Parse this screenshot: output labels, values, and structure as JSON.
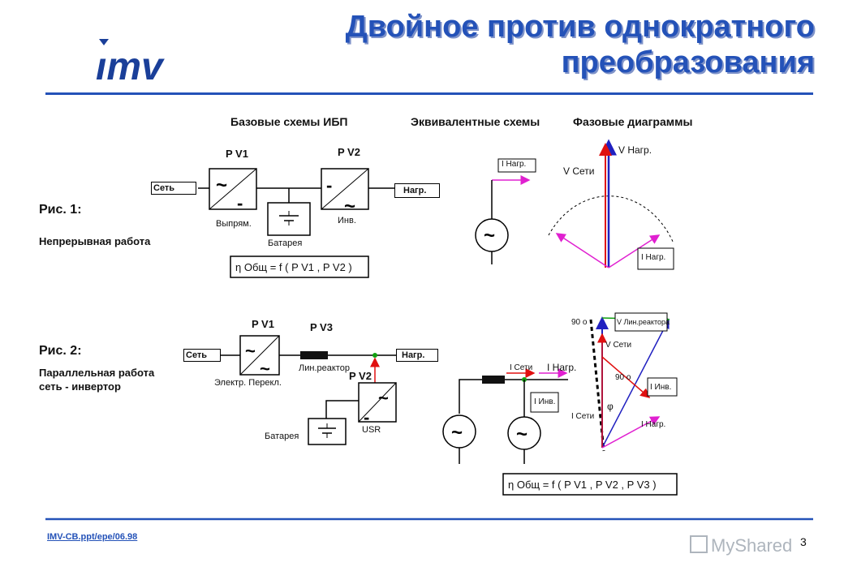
{
  "slide": {
    "title_line1": "Двойное против однократного",
    "title_line2": "преобразования",
    "logo_text": "IMV",
    "col_heads": [
      "Базовые схемы ИБП",
      "Эквивалентные схемы",
      "Фазовые диаграммы"
    ],
    "footer": "IMV-CB.ppt/epe/06.98",
    "page_number": "3",
    "watermark": "MyShared"
  },
  "fig1": {
    "title": "Рис. 1:",
    "subtitle": "Непрерывная работа",
    "grid_label": "Сеть",
    "load_label": "Нагр.",
    "pv1": "P V1",
    "pv2": "P V2",
    "rectifier": "Выпрям.",
    "inverter": "Инв.",
    "battery": "Батарея",
    "eta": "η Общ = f ( P V1 , P V2 )",
    "i_load": "I Нагр.",
    "v_grid": "V Сети",
    "v_load": "V Нагр."
  },
  "fig2": {
    "title": "Рис. 2:",
    "subtitle_line1": "Параллельная работа",
    "subtitle_line2": "сеть - инвертор",
    "grid_label": "Сеть",
    "load_label": "Нагр.",
    "pv1": "P V1",
    "pv2": "P V2",
    "pv3": "P V3",
    "switch": "Электр. Перекл.",
    "reactor": "Лин.реактор",
    "battery": "Батарея",
    "usr": "USR",
    "i_grid": "I Сети",
    "i_load": "I Нагр.",
    "i_inv": "I Инв.",
    "v_reactor": "V Лин.реактора",
    "v_grid": "V Сети",
    "angle90": "90 o",
    "phi": "φ",
    "eta": "η Общ = f ( P V1 , P V2 , P V3 )"
  }
}
